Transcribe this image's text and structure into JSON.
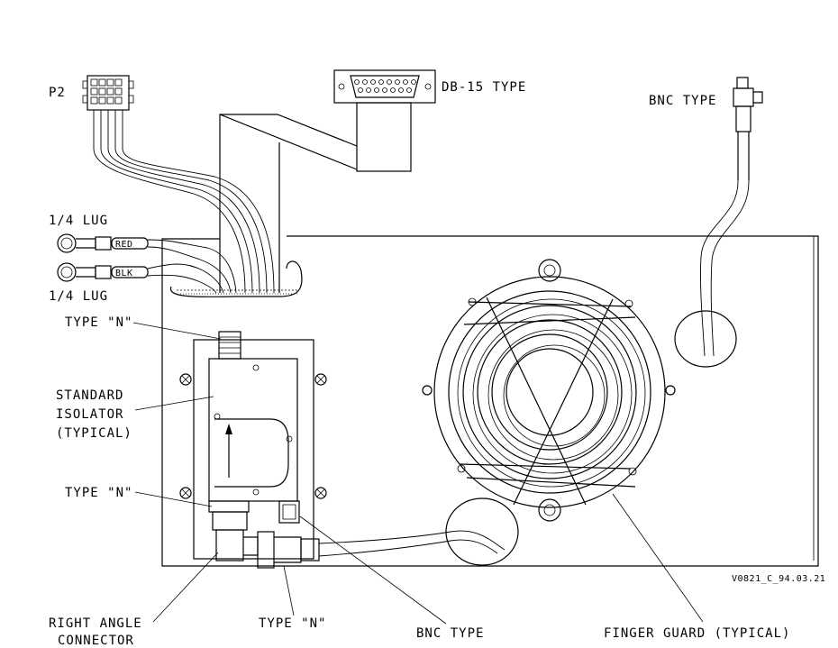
{
  "diagram": {
    "labels": {
      "p2": "P2",
      "db15": "DB-15 TYPE",
      "bnc_top": "BNC TYPE",
      "lug_top": "1/4 LUG",
      "lug_bottom": "1/4 LUG",
      "red": "RED",
      "blk": "BLK",
      "type_n_top": "TYPE \"N\"",
      "isolator_1": "STANDARD",
      "isolator_2": "ISOLATOR",
      "isolator_3": "(TYPICAL)",
      "type_n_mid": "TYPE \"N\"",
      "right_angle_1": "RIGHT ANGLE",
      "right_angle_2": "CONNECTOR",
      "type_n_bottom": "TYPE \"N\"",
      "bnc_bottom": "BNC TYPE",
      "finger_guard": "FINGER GUARD (TYPICAL)",
      "drawing_id": "V0821_C_94.03.21"
    }
  }
}
